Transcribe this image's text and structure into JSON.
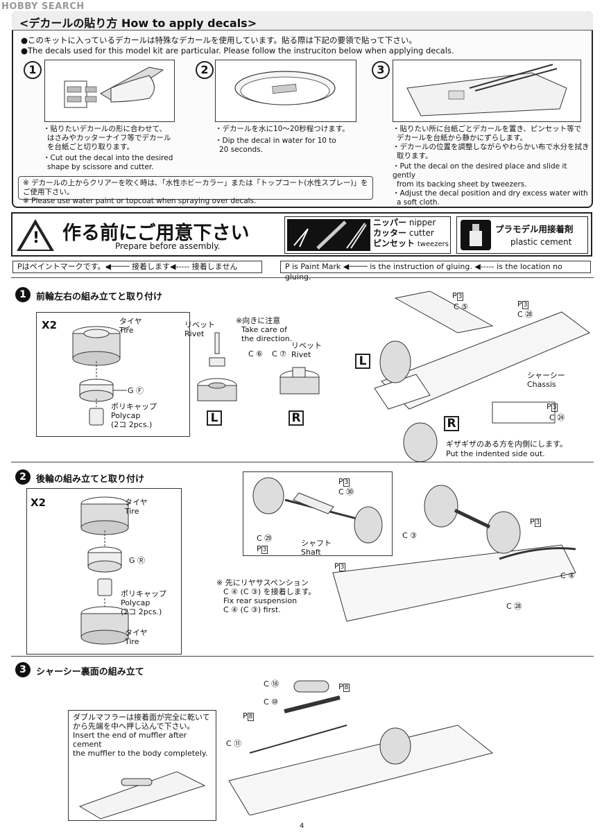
{
  "watermark": "HOBBY SEARCH",
  "decals": {
    "title": "<デカールの貼り方 How to apply decals>",
    "intro_jp": "●このキットに入っているデカールは特殊なデカールを使用しています。貼る際は下記の要領で貼って下さい。",
    "intro_en": "●The decals used for this model kit are particular. Please follow the instruciton below when applying decals.",
    "steps": [
      {
        "num": "1",
        "jp": [
          "・貼りたいデカールの形に合わせて、",
          "はさみやカッターナイフ等でデカール",
          "を台紙ごと切り取ります。"
        ],
        "en": [
          "・Cut out the decal into the desired",
          "shape by scissore and cutter."
        ]
      },
      {
        "num": "2",
        "jp": [
          "・デカールを水に10〜20秒程つけます。"
        ],
        "en": [
          "・Dip the decal in water for 10 to",
          "20 seconds."
        ]
      },
      {
        "num": "3",
        "jp": [
          "・貼りたい所に台紙ごとデカールを置き、ピンセット等で",
          "デカールを台紙から静かにずらします。",
          "・デカールの位置を調整しながらやわらかい布で水分を拭き",
          "取ります。"
        ],
        "en": [
          "・Put the decal on the desired place and slide it gently",
          "from its backing sheet by tweezers.",
          "・Adjust the decal position and dry excess water with",
          "a soft cloth."
        ]
      }
    ],
    "footnote_jp": "※ デカールの上からクリアーを吹く時は、「水性ホビーカラー」または「トップコート(水性スプレー)」をご使用下さい。",
    "footnote_en": "※ Please use water paint or topcoat when spraying over decals."
  },
  "warning": {
    "title_jp": "作る前にご用意下さい",
    "title_en": "Prepare before assembly.",
    "tools": [
      {
        "jp": "ニッパー",
        "en": "nipper"
      },
      {
        "jp": "カッター",
        "en": "cutter"
      },
      {
        "jp": "ピンセット",
        "en": "tweezers"
      }
    ],
    "cement_jp": "プラモデル用接着剤",
    "cement_en": "plastic cement"
  },
  "marks": {
    "jp": "Pはペイントマークです。◀──── 接着します◀----- 接着しません",
    "en": "P is Paint Mark ◀──── is the instruction of gluing. ◀----- is the location no gluing."
  },
  "step1": {
    "num": "1",
    "title": "前輪左右の組み立てと取り付け",
    "qty": "X2",
    "tire_jp": "タイヤ",
    "tire_en": "Tire",
    "wheel": "G Ⓕ",
    "polycap_jp": "ポリキャップ",
    "polycap_en": "Polycap",
    "polycap_qty": "(2コ 2pcs.)",
    "rivet_jp": "リベット",
    "rivet_en": "Rivet",
    "dir_jp": "※向きに注意",
    "dir_en1": "Take care of",
    "dir_en2": "the direction.",
    "c6": "C ⑥",
    "c7": "C ⑦",
    "L": "L",
    "R": "R",
    "ph3a": "3",
    "c5": "C ⑤",
    "ph3b": "3",
    "c28": "C ㉘",
    "chassis_jp": "シャーシー",
    "chassis_en": "Chassis",
    "ph3c": "3",
    "c24": "C ㉔",
    "indent_jp": "ギザギザのある方を内側にします。",
    "indent_en": "Put the indented side out."
  },
  "step2": {
    "num": "2",
    "title": "後輪の組み立てと取り付け",
    "qty": "X2",
    "tire_jp": "タイヤ",
    "tire_en": "Tire",
    "wheel": "G Ⓡ",
    "polycap_jp": "ポリキャップ",
    "polycap_en": "Polycap",
    "polycap_qty": "(2コ 2pcs.)",
    "ph3a": "3",
    "c30": "C ㉚",
    "c29": "C ㉙",
    "ph3b": "3",
    "shaft_jp": "シャフト",
    "shaft_en": "Shaft",
    "c3": "C ③",
    "ph3c": "3",
    "ph3d": "3",
    "c4": "C ④",
    "c28": "C ㉘",
    "note_jp1": "※ 先にリヤサスペンション",
    "note_jp2": "C ④ (C ③) を接着します。",
    "note_en1": "Fix rear suspension",
    "note_en2": "C ④ (C ③) first."
  },
  "step3": {
    "num": "3",
    "title": "シャーシー裏面の組み立て",
    "c18": "C ⑱",
    "ph8a": "8",
    "c10": "C ⑩",
    "ph8b": "8",
    "c11": "C ⑪",
    "note_jp1": "ダブルマフラーは接着面が完全に乾いて",
    "note_jp2": "から先端を中へ押し込んで下さい。",
    "note_en1": "Insert the end of muffler after cement",
    "note_en2": "the muffler to the body completely."
  },
  "page_number": "4"
}
